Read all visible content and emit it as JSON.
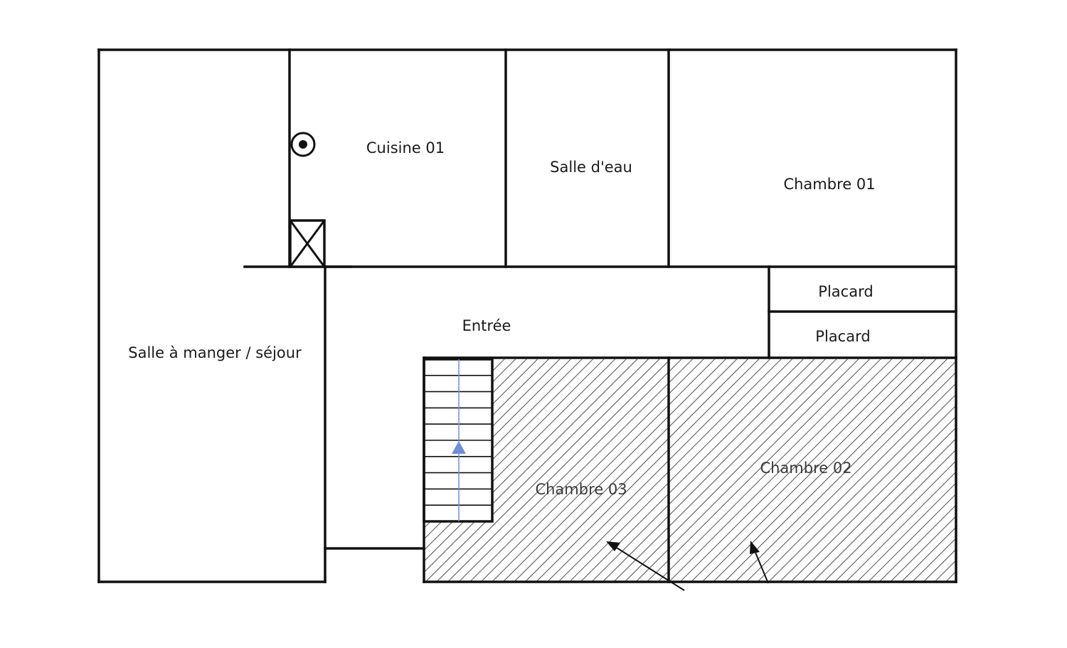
{
  "rooms": {
    "cuisine": "Cuisine 01",
    "salle_eau": "Salle d'eau",
    "chambre_01": "Chambre 01",
    "placard_1": "Placard",
    "placard_2": "Placard",
    "entree": "Entrée",
    "sejour": "Salle à manger / séjour",
    "chambre_03": "Chambre 03",
    "chambre_02": "Chambre 02"
  },
  "colors": {
    "wall": "#111111",
    "hatch": "#222222",
    "stair_arrow": "#6f8fd6"
  },
  "icons": {
    "boiler": "circle-target-icon",
    "duct": "crossed-box-icon",
    "stair_direction": "up-arrow-icon"
  }
}
